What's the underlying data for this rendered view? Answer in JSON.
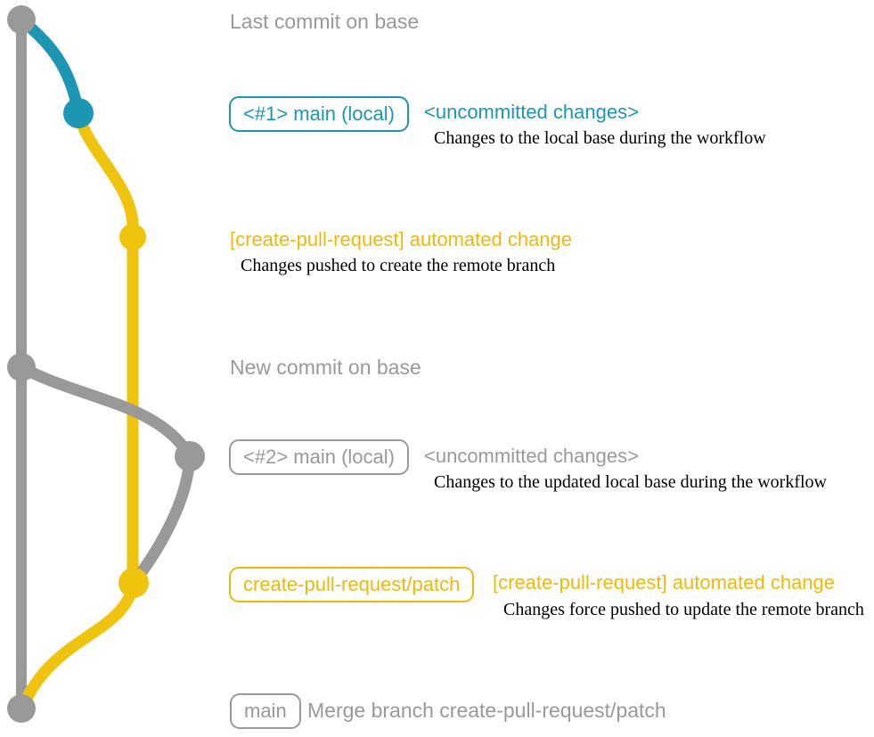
{
  "colors": {
    "gray": "#999999",
    "teal": "#1d96b4",
    "yellow": "#f0c30e",
    "yellow-text": "#edb90d",
    "desc-text": "#000000"
  },
  "sections": {
    "last_commit": {
      "title": "Last commit on base"
    },
    "commit1": {
      "badge": "<#1> main (local)",
      "label": "<uncommitted changes>",
      "description": "Changes to the local base during the workflow"
    },
    "push1": {
      "label": "[create-pull-request] automated change",
      "description": "Changes pushed to create the remote branch"
    },
    "new_commit": {
      "title": "New commit on base"
    },
    "commit2": {
      "badge": "<#2> main (local)",
      "label": "<uncommitted changes>",
      "description": "Changes to the updated local base during the workflow"
    },
    "push2": {
      "badge": "create-pull-request/patch",
      "label": "[create-pull-request] automated change",
      "description": "Changes force pushed to update the remote branch"
    },
    "merge": {
      "badge": "main",
      "label": "Merge branch create-pull-request/patch"
    }
  }
}
